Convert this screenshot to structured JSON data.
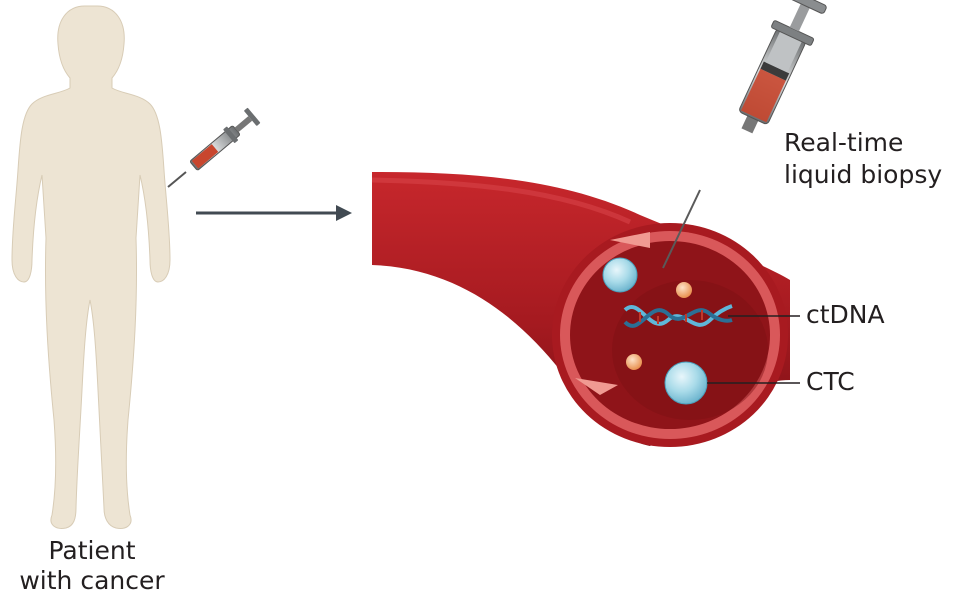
{
  "labels": {
    "patient_line1": "Patient",
    "patient_line2": "with cancer",
    "biopsy_line1": "Real-time",
    "biopsy_line2": "liquid biopsy",
    "ctdna": "ctDNA",
    "ctc": "CTC"
  },
  "colors": {
    "skin": "#ede4d3",
    "vessel_outer": "#b11f24",
    "vessel_dark": "#7d1015",
    "lumen": "#8f1419",
    "arrow": "#414a52",
    "cell_blue": "#a9dbe9",
    "cell_small": "#f1a469",
    "dna_blue": "#5fb7d9",
    "syringe_blood": "#c8462e"
  }
}
